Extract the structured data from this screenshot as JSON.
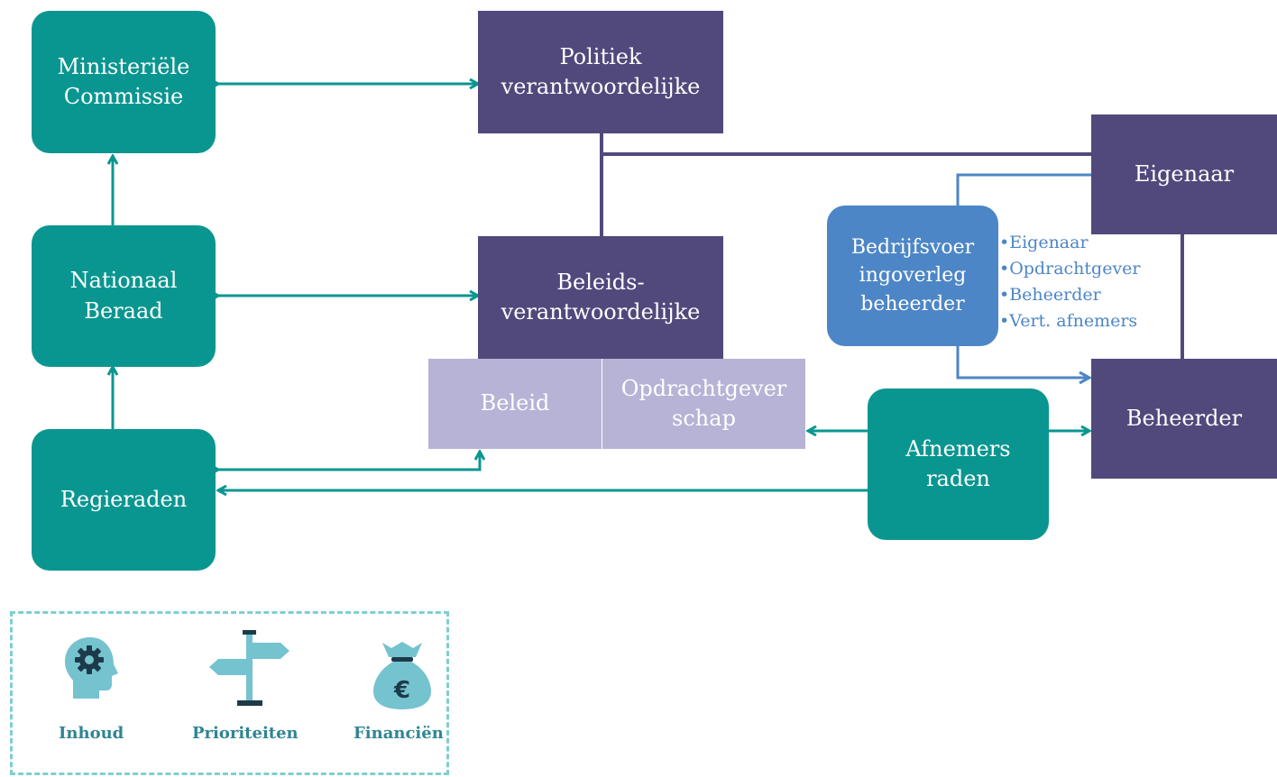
{
  "nodes": {
    "ministeriele_commissie": "Ministeriële\nCommissie",
    "nationaal_beraad": "Nationaal\nBeraad",
    "regieraden": "Regieraden",
    "politiek_verantwoordelijke": "Politiek\nverantwoordelijke",
    "beleidsverantwoordelijke": "Beleids-\nverantwoordelijke",
    "beleid": "Beleid",
    "opdrachtgeverschap": "Opdrachtgever\nschap",
    "eigenaar": "Eigenaar",
    "bedrijfsvoeringoverleg": "Bedrijfsvoer\ningoverleg\nbeheerder",
    "beheerder": "Beheerder",
    "afnemersraden": "Afnemers\nraden"
  },
  "overleg_members": [
    "Eigenaar",
    "Opdrachtgever",
    "Beheerder",
    "Vert. afnemers"
  ],
  "legend": {
    "items": [
      {
        "label": "Inhoud",
        "icon": "head-gear-icon"
      },
      {
        "label": "Prioriteiten",
        "icon": "signpost-icon"
      },
      {
        "label": "Financiën",
        "icon": "money-bag-icon"
      }
    ]
  },
  "colors": {
    "teal": "#0a9690",
    "purple": "#51497c",
    "lilac": "#b6b3d6",
    "blue": "#4d86c6",
    "legend_icon": "#74c3cf",
    "legend_text": "#2f8592"
  }
}
